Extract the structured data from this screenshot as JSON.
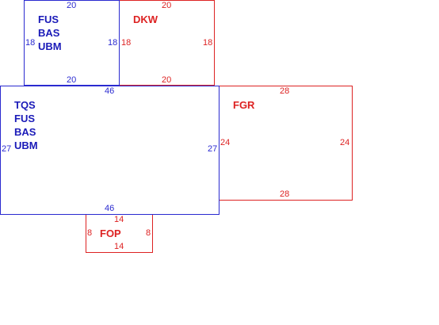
{
  "diagram": {
    "colors": {
      "blue": "#2a2ad0",
      "red": "#dd2222"
    },
    "boxes": {
      "top_left": {
        "names": [
          "FUS",
          "BAS",
          "UBM"
        ],
        "top": "20",
        "bottom": "20",
        "left": "18",
        "right": "18"
      },
      "top_right": {
        "names": [
          "DKW"
        ],
        "top": "20",
        "bottom": "20",
        "left": "18",
        "right": "18"
      },
      "main": {
        "names": [
          "TQS",
          "FUS",
          "BAS",
          "UBM"
        ],
        "top": "46",
        "bottom": "46",
        "left": "27",
        "right": "27"
      },
      "fgr": {
        "names": [
          "FGR"
        ],
        "top": "28",
        "bottom": "28",
        "left": "24",
        "right": "24"
      },
      "fop": {
        "names": [
          "FOP"
        ],
        "top": "14",
        "bottom": "14",
        "left": "8",
        "right": "8"
      }
    }
  }
}
